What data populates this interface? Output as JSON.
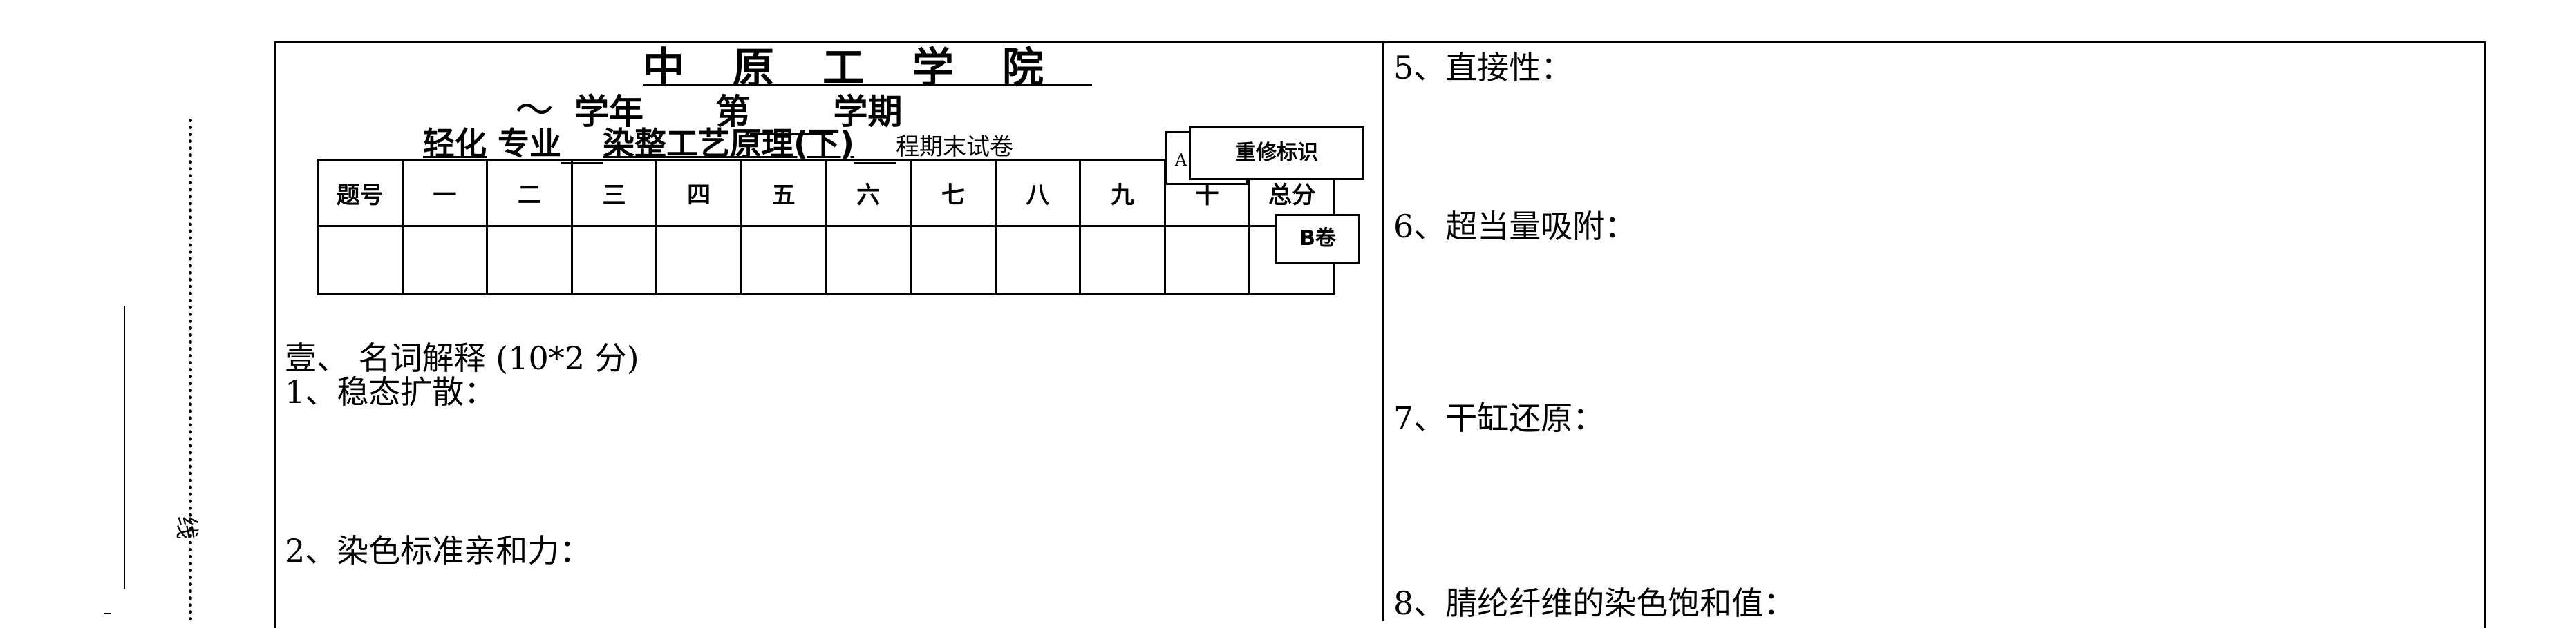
{
  "header": {
    "school": "中原工学院",
    "year_tilde": "～",
    "term_year_label": "学年",
    "term_di": "第",
    "term_label": "学期",
    "major": "轻化",
    "major_suffix": "专业",
    "course": "染整工艺原理(下)",
    "exam_suffix": "程期末试卷"
  },
  "score_table": {
    "headers": [
      "题号",
      "一",
      "二",
      "三",
      "四",
      "五",
      "六",
      "七",
      "八",
      "九",
      "十",
      "总分"
    ]
  },
  "stamps": {
    "marker": "A",
    "retake": "重修标识",
    "paper_version": "B卷"
  },
  "margin": {
    "binding_label": "线"
  },
  "left_column": {
    "section_title": "壹、 名词解释 (10*2 分)",
    "questions": [
      "1、稳态扩散：",
      "2、染色标准亲和力："
    ]
  },
  "right_column": {
    "questions": [
      "5、直接性：",
      "6、超当量吸附：",
      "7、干缸还原：",
      "8、腈纶纤维的染色饱和值："
    ]
  }
}
